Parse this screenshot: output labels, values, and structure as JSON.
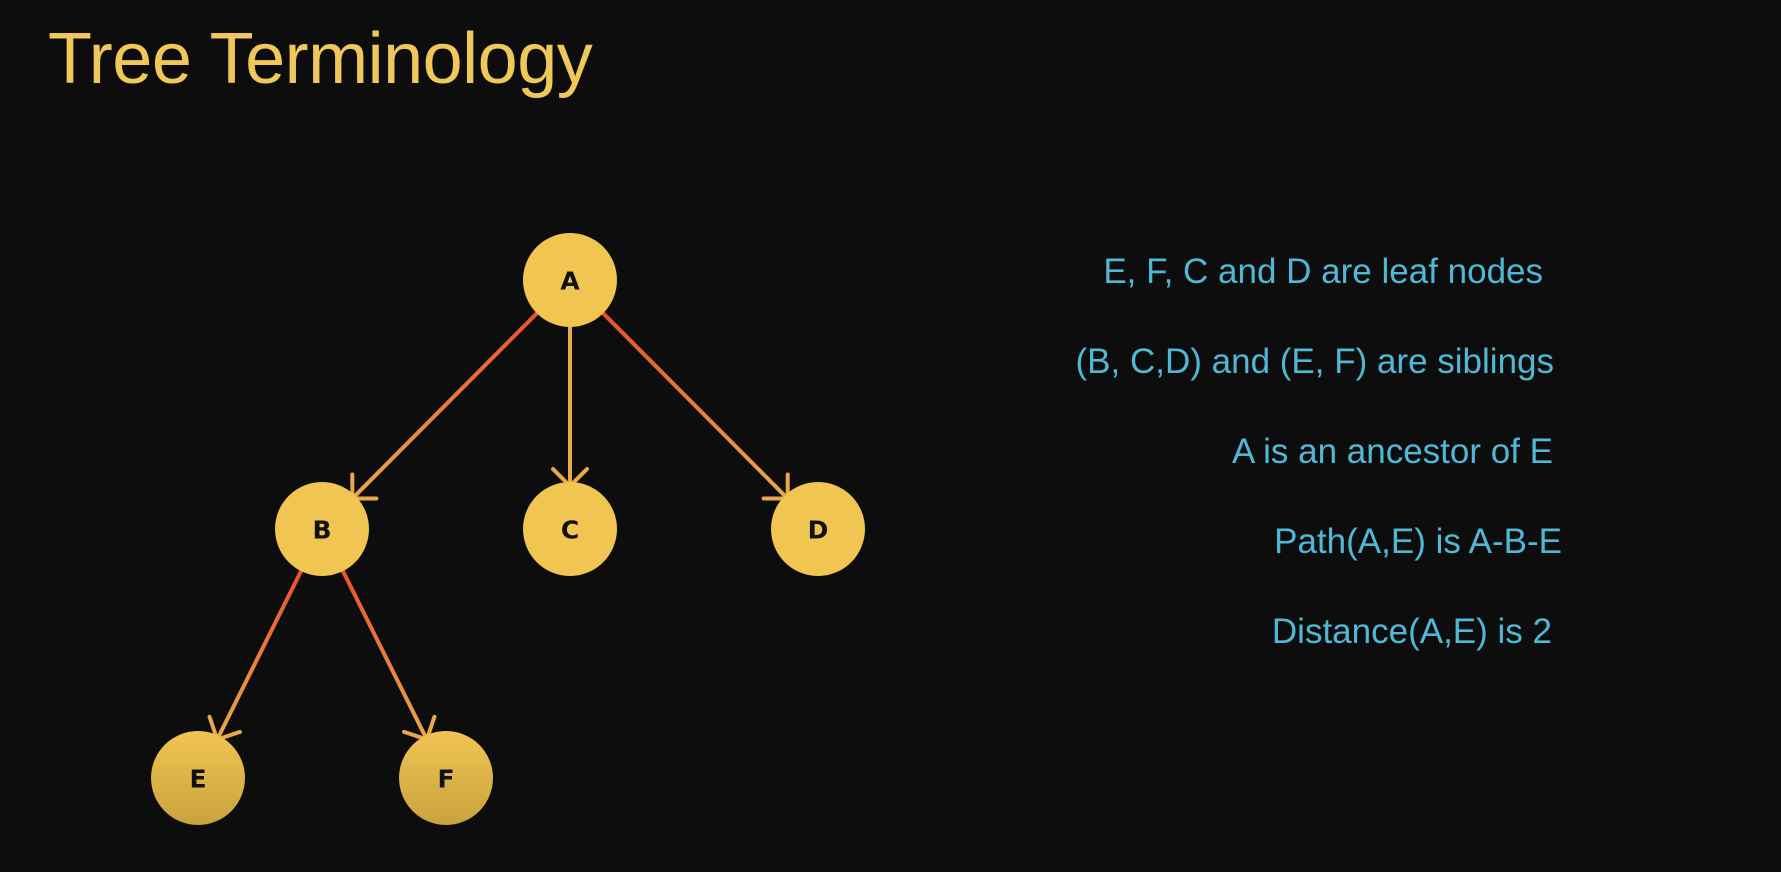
{
  "title": "Tree Terminology",
  "colors": {
    "background": "#0d0d0e",
    "title": "#f0c85a",
    "node_fill": "#f0c552",
    "node_fill_bottom": "#c9a23e",
    "edge_start": "#e9502a",
    "edge_end": "#e9a94a",
    "text_accent": "#4fb8d5",
    "node_label": "#111111"
  },
  "tree": {
    "nodes": [
      {
        "id": "A",
        "label": "A"
      },
      {
        "id": "B",
        "label": "B"
      },
      {
        "id": "C",
        "label": "C"
      },
      {
        "id": "D",
        "label": "D"
      },
      {
        "id": "E",
        "label": "E"
      },
      {
        "id": "F",
        "label": "F"
      }
    ],
    "edges": [
      {
        "from": "A",
        "to": "B"
      },
      {
        "from": "A",
        "to": "C"
      },
      {
        "from": "A",
        "to": "D"
      },
      {
        "from": "B",
        "to": "E"
      },
      {
        "from": "B",
        "to": "F"
      }
    ]
  },
  "statements": [
    "E, F, C and D are leaf nodes",
    "(B, C,D) and (E, F) are siblings",
    "A is an ancestor of E",
    "Path(A,E) is A-B-E",
    "Distance(A,E) is 2"
  ]
}
